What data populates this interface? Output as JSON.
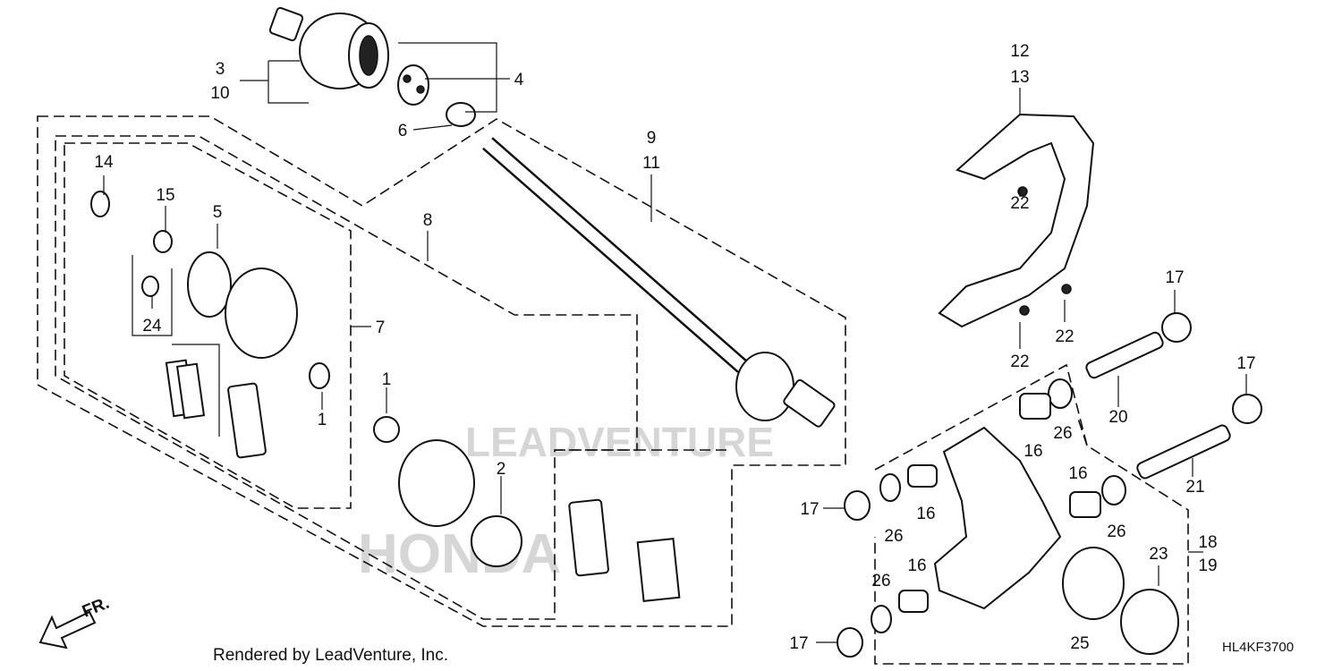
{
  "callouts": {
    "c1a": "1",
    "c1b": "1",
    "c2": "2",
    "c3": "3",
    "c4": "4",
    "c5": "5",
    "c6": "6",
    "c7": "7",
    "c8": "8",
    "c9": "9",
    "c10": "10",
    "c11": "11",
    "c12": "12",
    "c13": "13",
    "c14": "14",
    "c15": "15",
    "c16a": "16",
    "c16b": "16",
    "c16c": "16",
    "c16d": "16",
    "c17a": "17",
    "c17b": "17",
    "c17c": "17",
    "c17d": "17",
    "c18": "18",
    "c19": "19",
    "c20": "20",
    "c21": "21",
    "c22a": "22",
    "c22b": "22",
    "c22c": "22",
    "c23": "23",
    "c24": "24",
    "c25": "25",
    "c26a": "26",
    "c26b": "26",
    "c26c": "26",
    "c26d": "26"
  },
  "direction_label": "FR.",
  "footer_credit": "Rendered by LeadVenture, Inc.",
  "diagram_code": "HL4KF3700",
  "watermark": {
    "line1": "LEADVENTURE",
    "line2": "HONDA"
  },
  "colors": {
    "ink": "#111111",
    "watermark": "#d6d6d6",
    "background": "#ffffff"
  }
}
